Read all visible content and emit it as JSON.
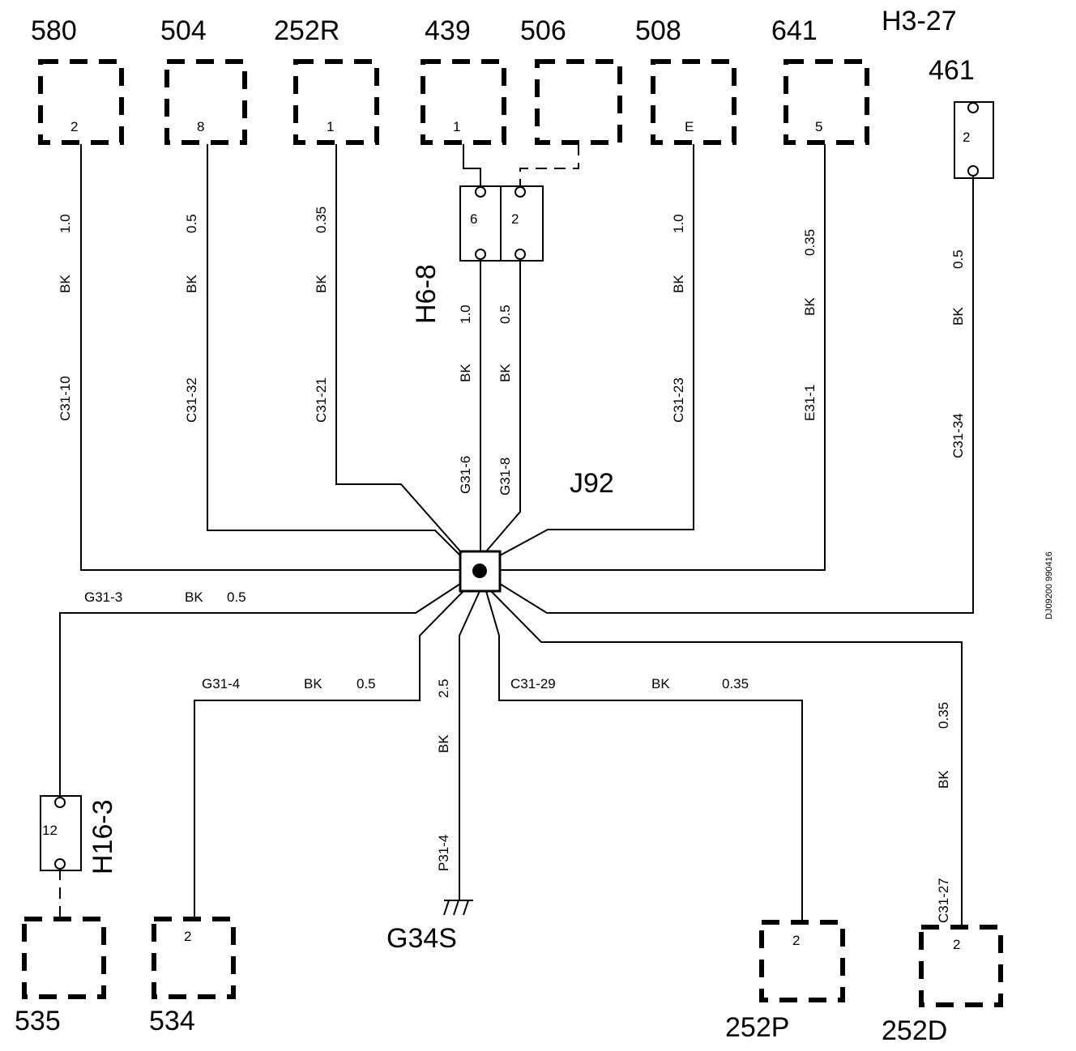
{
  "components": {
    "c580": {
      "id": "580",
      "pin": "2"
    },
    "c504": {
      "id": "504",
      "pin": "8"
    },
    "c252r": {
      "id": "252R",
      "pin": "1"
    },
    "c439": {
      "id": "439",
      "pin": "1"
    },
    "c506": {
      "id": "506"
    },
    "c508": {
      "id": "508",
      "pin": "E"
    },
    "c641": {
      "id": "641",
      "pin": "5"
    },
    "c461": {
      "id": "461",
      "pin": "2"
    },
    "c535": {
      "id": "535"
    },
    "c534": {
      "id": "534",
      "pin": "2"
    },
    "c252p": {
      "id": "252P",
      "pin": "2"
    },
    "c252d": {
      "id": "252D",
      "pin": "2"
    }
  },
  "connectors": {
    "h3_27": "H3-27",
    "h6_8": {
      "id": "H6-8",
      "pin_left": "6",
      "pin_right": "2"
    },
    "h16_3": {
      "id": "H16-3",
      "pin": "12"
    }
  },
  "splice": {
    "id": "J92"
  },
  "ground": {
    "id": "G34S"
  },
  "wires": {
    "w580": {
      "size": "1.0",
      "color": "BK",
      "circuit": "C31-10"
    },
    "w504": {
      "size": "0.5",
      "color": "BK",
      "circuit": "C31-32"
    },
    "w252r": {
      "size": "0.35",
      "color": "BK",
      "circuit": "C31-21"
    },
    "w439": {
      "size": "1.0",
      "color": "BK",
      "circuit": "G31-6"
    },
    "w506": {
      "size": "0.5",
      "color": "BK",
      "circuit": "G31-8"
    },
    "w508": {
      "size": "1.0",
      "color": "BK",
      "circuit": "C31-23"
    },
    "w641": {
      "size": "0.35",
      "color": "BK",
      "circuit": "E31-1"
    },
    "w461": {
      "size": "0.5",
      "color": "BK",
      "circuit": "C31-34"
    },
    "w535": {
      "circuit": "G31-3",
      "color": "BK",
      "size": "0.5"
    },
    "w534": {
      "circuit": "G31-4",
      "color": "BK",
      "size": "0.5"
    },
    "wgnd": {
      "size": "2.5",
      "color": "BK",
      "circuit": "P31-4"
    },
    "w252p": {
      "circuit": "C31-29",
      "color": "BK",
      "size": "0.35"
    },
    "w252d": {
      "size": "0.35",
      "color": "BK",
      "circuit": "C31-27"
    }
  },
  "document_code": "DJ09200 990416"
}
